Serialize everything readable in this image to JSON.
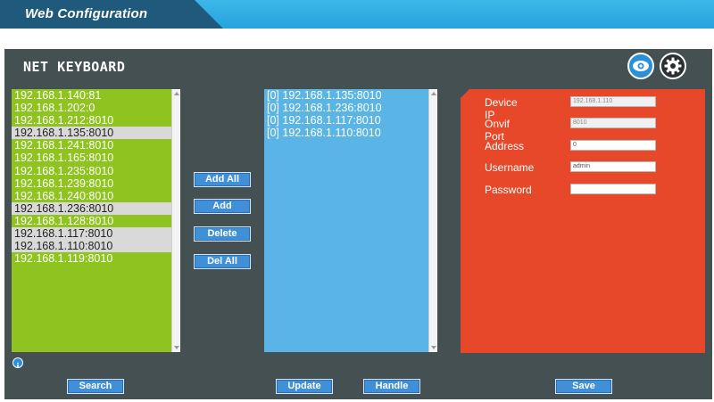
{
  "header": {
    "title": "Web Configuration"
  },
  "panel": {
    "title": "NET KEYBOARD",
    "icons": {
      "view": "eye-icon",
      "settings": "gear-icon"
    }
  },
  "left_list": {
    "items": [
      {
        "label": "192.168.1.140:81",
        "selected": false
      },
      {
        "label": "192.168.1.202:0",
        "selected": false
      },
      {
        "label": "192.168.1.212:8010",
        "selected": false
      },
      {
        "label": "192.168.1.135:8010",
        "selected": true
      },
      {
        "label": "192.168.1.241:8010",
        "selected": false
      },
      {
        "label": "192.168.1.165:8010",
        "selected": false
      },
      {
        "label": "192.168.1.235:8010",
        "selected": false
      },
      {
        "label": "192.168.1.239:8010",
        "selected": false
      },
      {
        "label": "192.168.1.240:8010",
        "selected": false
      },
      {
        "label": "192.168.1.236:8010",
        "selected": true
      },
      {
        "label": "192.168.1.128:8010",
        "selected": false
      },
      {
        "label": "192.168.1.117:8010",
        "selected": true
      },
      {
        "label": "192.168.1.110:8010",
        "selected": true
      },
      {
        "label": "192.168.1.119:8010",
        "selected": false
      }
    ]
  },
  "actions": {
    "add_all": "Add All",
    "add": "Add",
    "delete": "Delete",
    "del_all": "Del All"
  },
  "right_list": {
    "items": [
      "[0] 192.168.1.135:8010",
      "[0] 192.168.1.236:8010",
      "[0] 192.168.1.117:8010",
      "[0] 192.168.1.110:8010"
    ]
  },
  "config": {
    "device_ip": {
      "label": "Device IP",
      "value": "192.168.1.110"
    },
    "onvif_port": {
      "label": "Onvif Port",
      "value": "8010"
    },
    "address": {
      "label": "Address",
      "value": "0"
    },
    "username": {
      "label": "Username",
      "value": "admin"
    },
    "password": {
      "label": "Password",
      "value": ""
    }
  },
  "footer": {
    "search": "Search",
    "update": "Update",
    "handle": "Handle",
    "save": "Save"
  },
  "colors": {
    "banner_dark": "#1f5a7c",
    "banner_light": "#27a3dd",
    "panel_bg": "#445052",
    "left_list_bg": "#8fc31f",
    "right_list_bg": "#5bb4e6",
    "config_bg": "#e8482a",
    "button_bg": "#3f8fd9"
  }
}
